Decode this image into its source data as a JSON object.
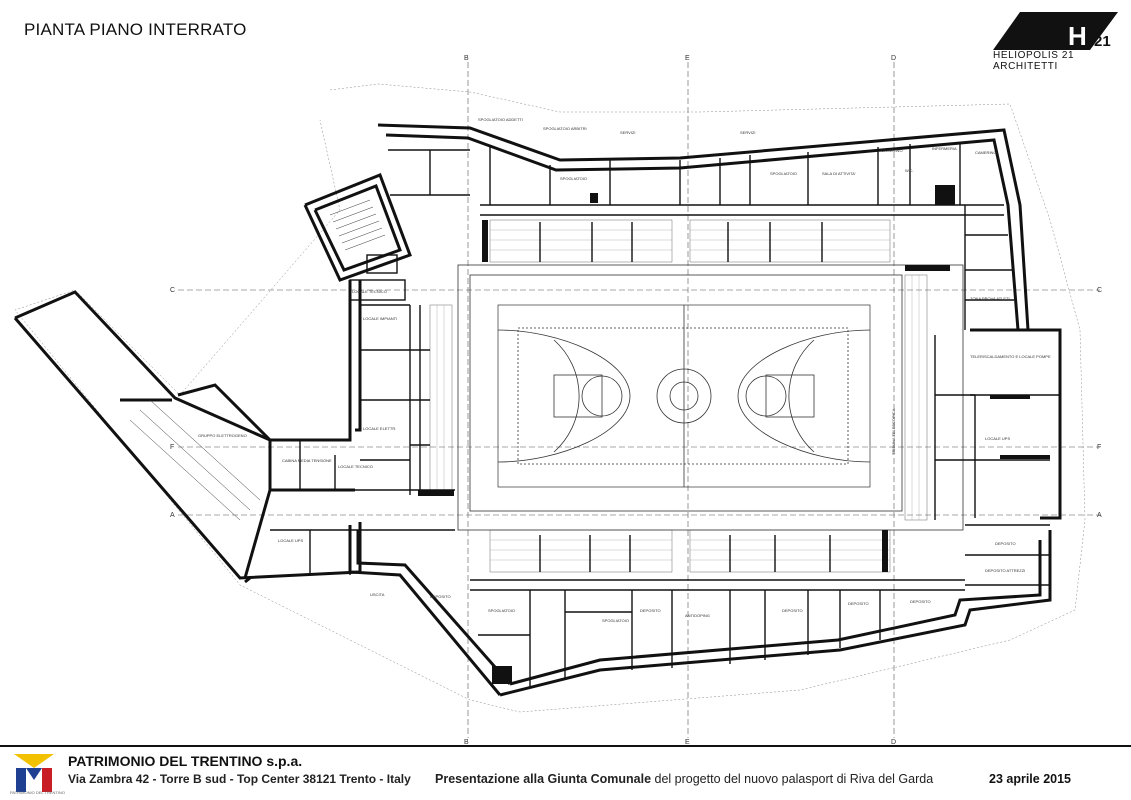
{
  "header": {
    "title": "PIANTA PIANO INTERRATO",
    "logo_mark": "H",
    "logo_number": "21",
    "logo_subtitle": "HELIOPOLIS 21 ARCHITETTI"
  },
  "grid_axes": {
    "top": [
      "B",
      "E",
      "D"
    ],
    "bottom": [
      "B",
      "E",
      "D"
    ],
    "left": [
      "C",
      "F",
      "A"
    ],
    "right": [
      "C",
      "F",
      "A"
    ]
  },
  "rooms": {
    "spogliatoio_addetti": "SPOGLIATOIO ADDETTI",
    "spogliatoio_arbitri": "SPOGLIATOIO ARBITRI",
    "servizi": "SERVIZI",
    "spogliatoio": "SPOGLIATOIO",
    "sala_attivita": "SALA DI ATTIVITA'",
    "infermeria": "INFERMERIA",
    "camerino": "CAMERINO",
    "locale_tecnico": "LOCALE TECNICO",
    "locale_impianti": "LOCALE IMPIANTI",
    "locale_elettr": "LOCALE ELETTR.",
    "gruppo_elettrogeno": "GRUPPO ELETTROGENO",
    "cabina_media": "CABINA MEDIA TENSIONE",
    "locale_tecnico_2": "LOCALE TECNICO",
    "deposito": "DEPOSITO",
    "antidoping": "ANTIDOPING",
    "teleriscaldamento": "TELERISCALDAMENTO E LOCALE POMPE",
    "zona_prova": "ZONA PROVA ATLETI",
    "spogliatoio_2": "SPOGLIATOIO",
    "deposito_attrezzi": "DEPOSITO ATTREZZI",
    "uscita": "USCITA",
    "locale_ups": "LOCALE UPS",
    "tribuna": "TRIBUNA TELESCOPICA",
    "wc": "W.C."
  },
  "footer": {
    "company": "PATRIMONIO DEL TRENTINO s.p.a.",
    "address": "Via Zambra 42 - Torre B sud - Top Center 38121 Trento - Italy",
    "presentation_bold": "Presentazione alla Giunta Comunale",
    "presentation_rest": " del progetto del nuovo palasport di Riva del Garda",
    "date": "23 aprile 2015",
    "logo_caption": "PATRIMONIO DEL TRENTINO"
  },
  "colors": {
    "wall": "#111111",
    "line": "#333333",
    "logo_yellow": "#f2c200",
    "logo_blue": "#1f3f93",
    "logo_red": "#c81d25"
  }
}
